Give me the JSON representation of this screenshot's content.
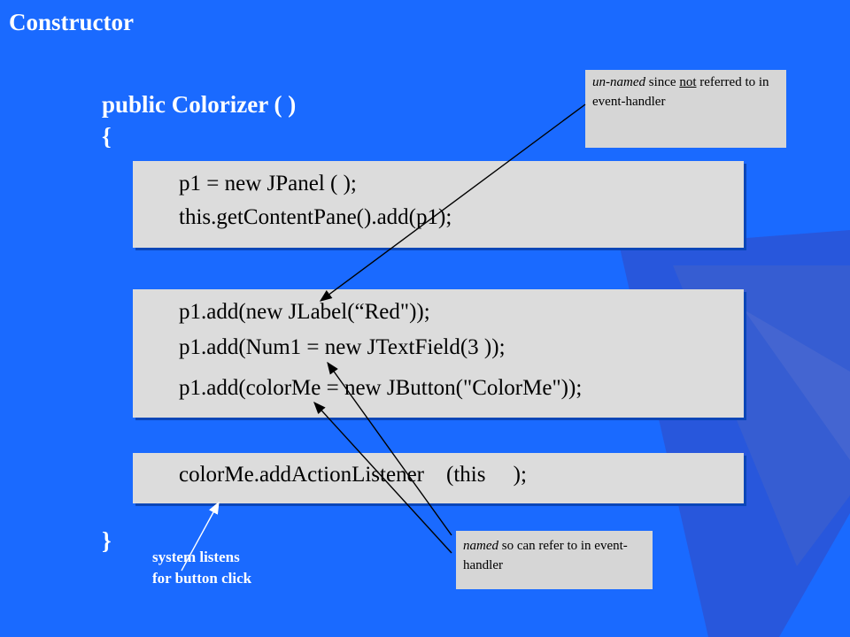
{
  "slide": {
    "title": "Constructor",
    "signature": "public Colorizer ( )",
    "open_brace": "{",
    "close_brace": "}"
  },
  "code_blocks": [
    {
      "lines": [
        "p1 = new JPanel ( );",
        "this.getContentPane().add(p1);"
      ]
    },
    {
      "lines": [
        "p1.add(new JLabel(“Red\"));",
        "p1.add(Num1 = new JTextField(3 ));",
        "p1.add(colorMe = new JButton(\"ColorMe\"));"
      ]
    },
    {
      "lines": [
        "colorMe.addActionListener    (this     );"
      ]
    }
  ],
  "notes": {
    "unnamed": {
      "em": "un-named",
      "text_before_underline": " since ",
      "underline": "not",
      "text_after": " referred to in event-handler"
    },
    "named": {
      "em": "named",
      "text": " so can refer to in event-handler"
    }
  },
  "caption": {
    "line1": "system  listens",
    "line2": "for button click"
  },
  "colors": {
    "background": "#1a6aff",
    "box": "#dcdcdc",
    "note": "#d6d6d6",
    "text_light": "#ffffff"
  }
}
